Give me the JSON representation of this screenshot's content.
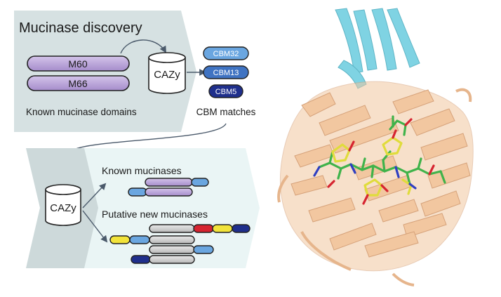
{
  "panel_top": {
    "title": "Mucinase discovery",
    "domains": [
      "M60",
      "M66"
    ],
    "domains_caption": "Known mucinase domains",
    "database_label": "CAZy",
    "cbm_items": [
      {
        "label": "CBM32",
        "color": "#6aa6e0"
      },
      {
        "label": "CBM13",
        "color": "#3f73c2"
      },
      {
        "label": "CBM5",
        "color": "#1f2f8c"
      }
    ],
    "cbm_caption": "CBM matches"
  },
  "panel_bottom": {
    "database_label": "CAZy",
    "known_label": "Known mucinases",
    "putative_label": "Putative new mucinases"
  },
  "colors": {
    "panel_top_bg": "#d6e1e2",
    "panel_bottom_light": "#eaf5f5",
    "panel_bottom_dark": "#cdd9da",
    "mucinase_domain": "#b9a3d8",
    "grey_domain": "#cfcfcf",
    "light_blue": "#6aa6e0",
    "mid_blue": "#3f73c2",
    "navy": "#1f2f8c",
    "red": "#d62430",
    "yellow": "#f2e33a",
    "protein_beta": "#f2c7a0",
    "protein_cyan": "#7fd3e3",
    "ligand_green": "#3fb34a",
    "ligand_yellow": "#e0dc3c",
    "arrow": "#4b5a6b"
  }
}
